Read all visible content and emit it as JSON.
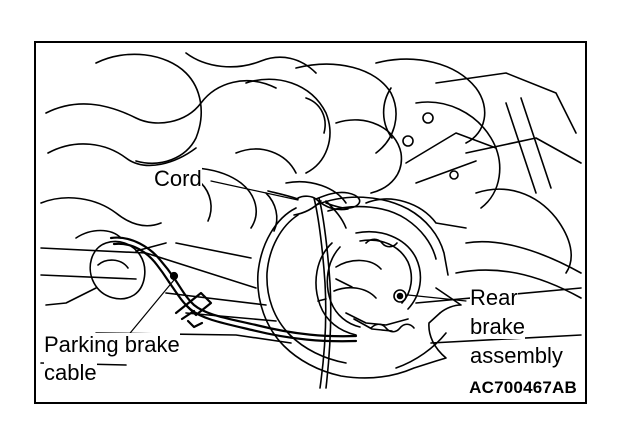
{
  "labels": {
    "cord": "Cord",
    "parking_brake_line1": "Parking brake",
    "parking_brake_line2": "cable",
    "rear_brake_line1": "Rear",
    "rear_brake_line2": "brake",
    "rear_brake_line3": "assembly"
  },
  "figure_code": "AC700467AB"
}
